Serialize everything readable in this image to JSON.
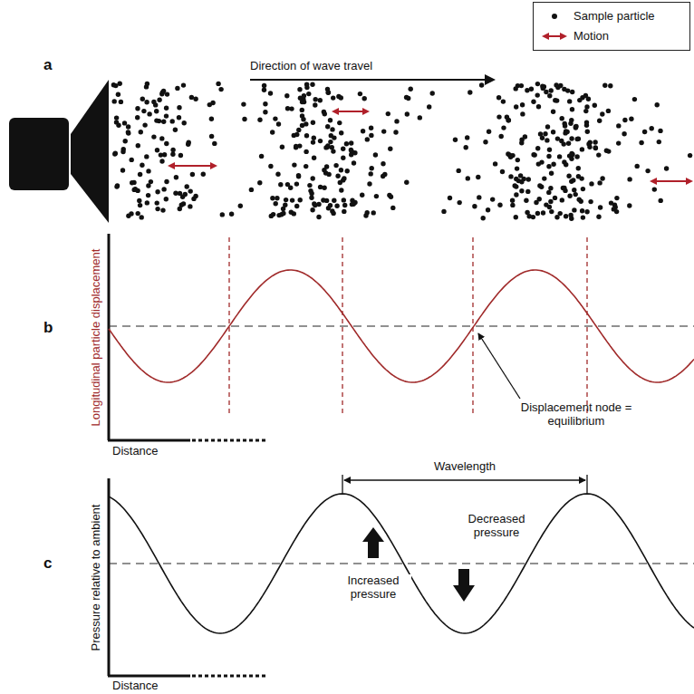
{
  "diagram": {
    "labels": [
      "a",
      "Direction of wave travel",
      "b",
      "Longitudinal particle displacement",
      "Displacement node = equilibrium",
      "Distance",
      "Wavelength",
      "Decreased pressure",
      "c",
      "Increased pressure",
      "Pressure relative to ambient",
      "Distance"
    ],
    "legend": [
      {
        "text": "Sample particle"
      },
      {
        "text": "Motion"
      }
    ]
  }
}
